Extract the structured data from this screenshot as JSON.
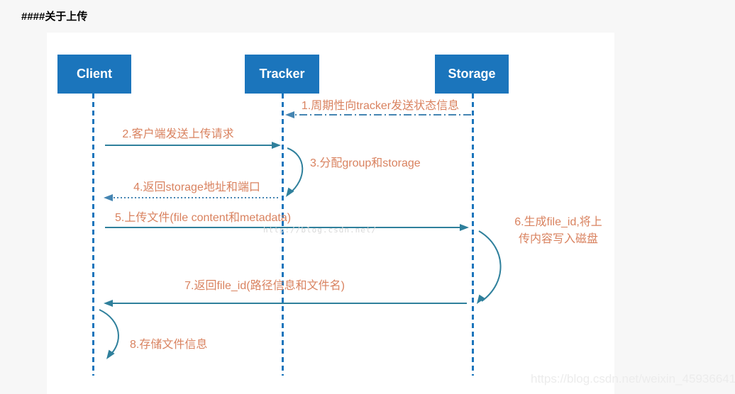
{
  "page": {
    "title": "####关于上传",
    "watermark_center": "http://blog.csdn.net/",
    "watermark_bottom": "https://blog.csdn.net/weixin_45936641"
  },
  "colors": {
    "page-bg": "#f7f7f7",
    "panel-bg": "#ffffff",
    "actor-blue": "#1b75bc",
    "lifeline-blue": "#1b75bc",
    "arrow-teal": "#2f809c",
    "arrow-blue": "#4585b2",
    "label-orange": "#d9825f",
    "title-color": "#000000",
    "watermark-gray": "#d8d8d8",
    "watermark-light": "#ececec"
  },
  "diagram": {
    "type": "sequence-diagram",
    "actors": [
      {
        "label": "Client"
      },
      {
        "label": "Tracker"
      },
      {
        "label": "Storage"
      }
    ],
    "messages": [
      {
        "label": "1.周期性向tracker发送状态信息",
        "from": "Storage",
        "to": "Tracker",
        "line": "dash-dot"
      },
      {
        "label": "2.客户端发送上传请求",
        "from": "Client",
        "to": "Tracker",
        "line": "solid"
      },
      {
        "label": "3.分配group和storage",
        "from": "Tracker",
        "to": "Tracker",
        "line": "self-loop"
      },
      {
        "label": "4.返回storage地址和端口",
        "from": "Tracker",
        "to": "Client",
        "line": "dotted"
      },
      {
        "label": "5.上传文件(file content和metadata)",
        "from": "Client",
        "to": "Storage",
        "line": "solid"
      },
      {
        "label": "6.生成file_id,将上\n传内容写入磁盘",
        "from": "Storage",
        "to": "Storage",
        "line": "self-loop"
      },
      {
        "label": "7.返回file_id(路径信息和文件名)",
        "from": "Storage",
        "to": "Client",
        "line": "solid"
      },
      {
        "label": "8.存储文件信息",
        "from": "Client",
        "to": "Client",
        "line": "self-loop"
      }
    ]
  }
}
